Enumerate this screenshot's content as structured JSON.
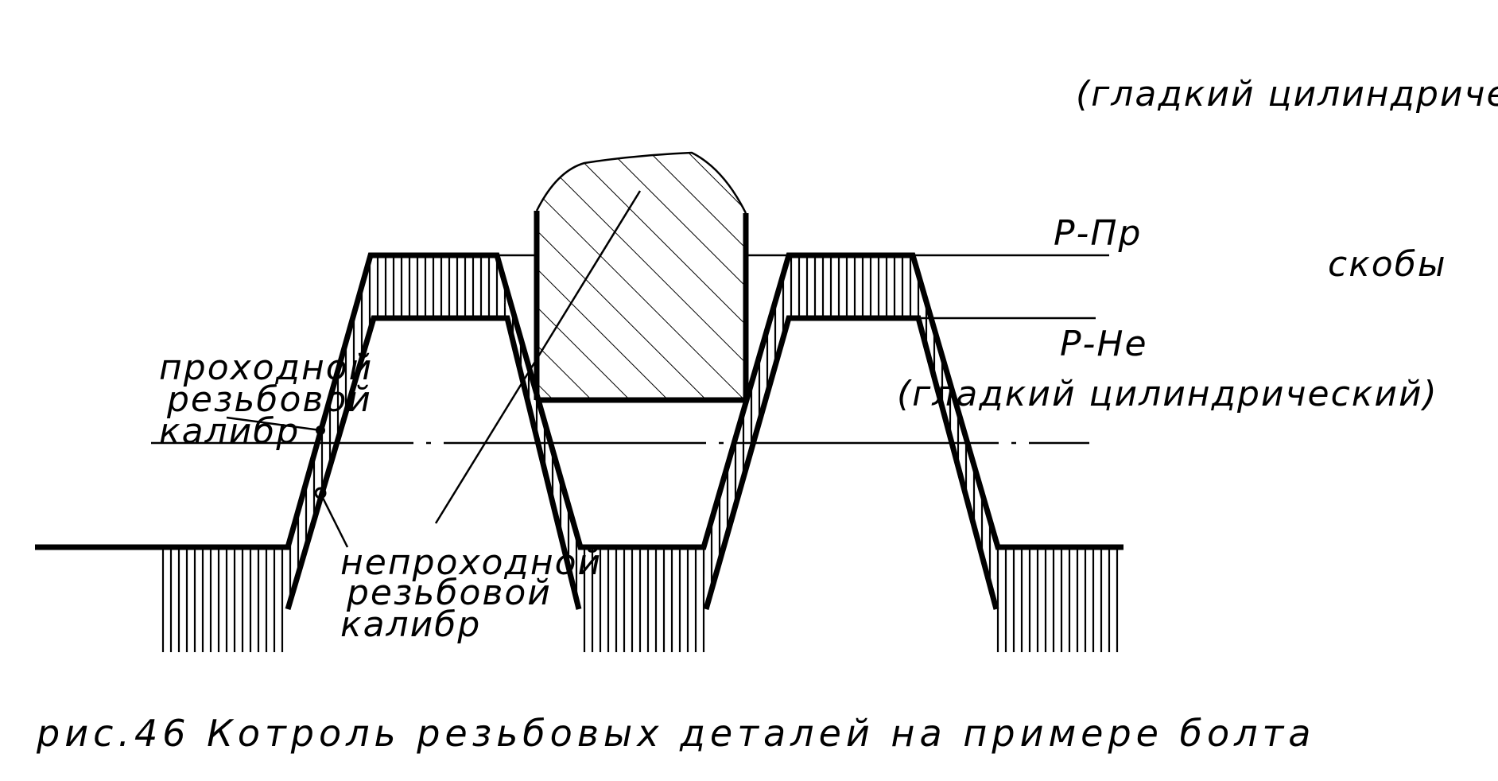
{
  "labels": {
    "top_right": "(гладкий  цилиндрический)",
    "go_gauge_mark": "Р-Пр",
    "brackets": "скобы",
    "nogo_gauge_mark": "Р-Не",
    "middle_right": "(гладкий  цилиндрический)",
    "go_thread_gauge": [
      "проходной",
      "резьбовой",
      "калибр"
    ],
    "nogo_thread_gauge": [
      "непроходной",
      "резьбовой",
      "калибр"
    ],
    "caption": "рис.46  Котроль  резьбовых  деталей  на  примере  болта"
  }
}
